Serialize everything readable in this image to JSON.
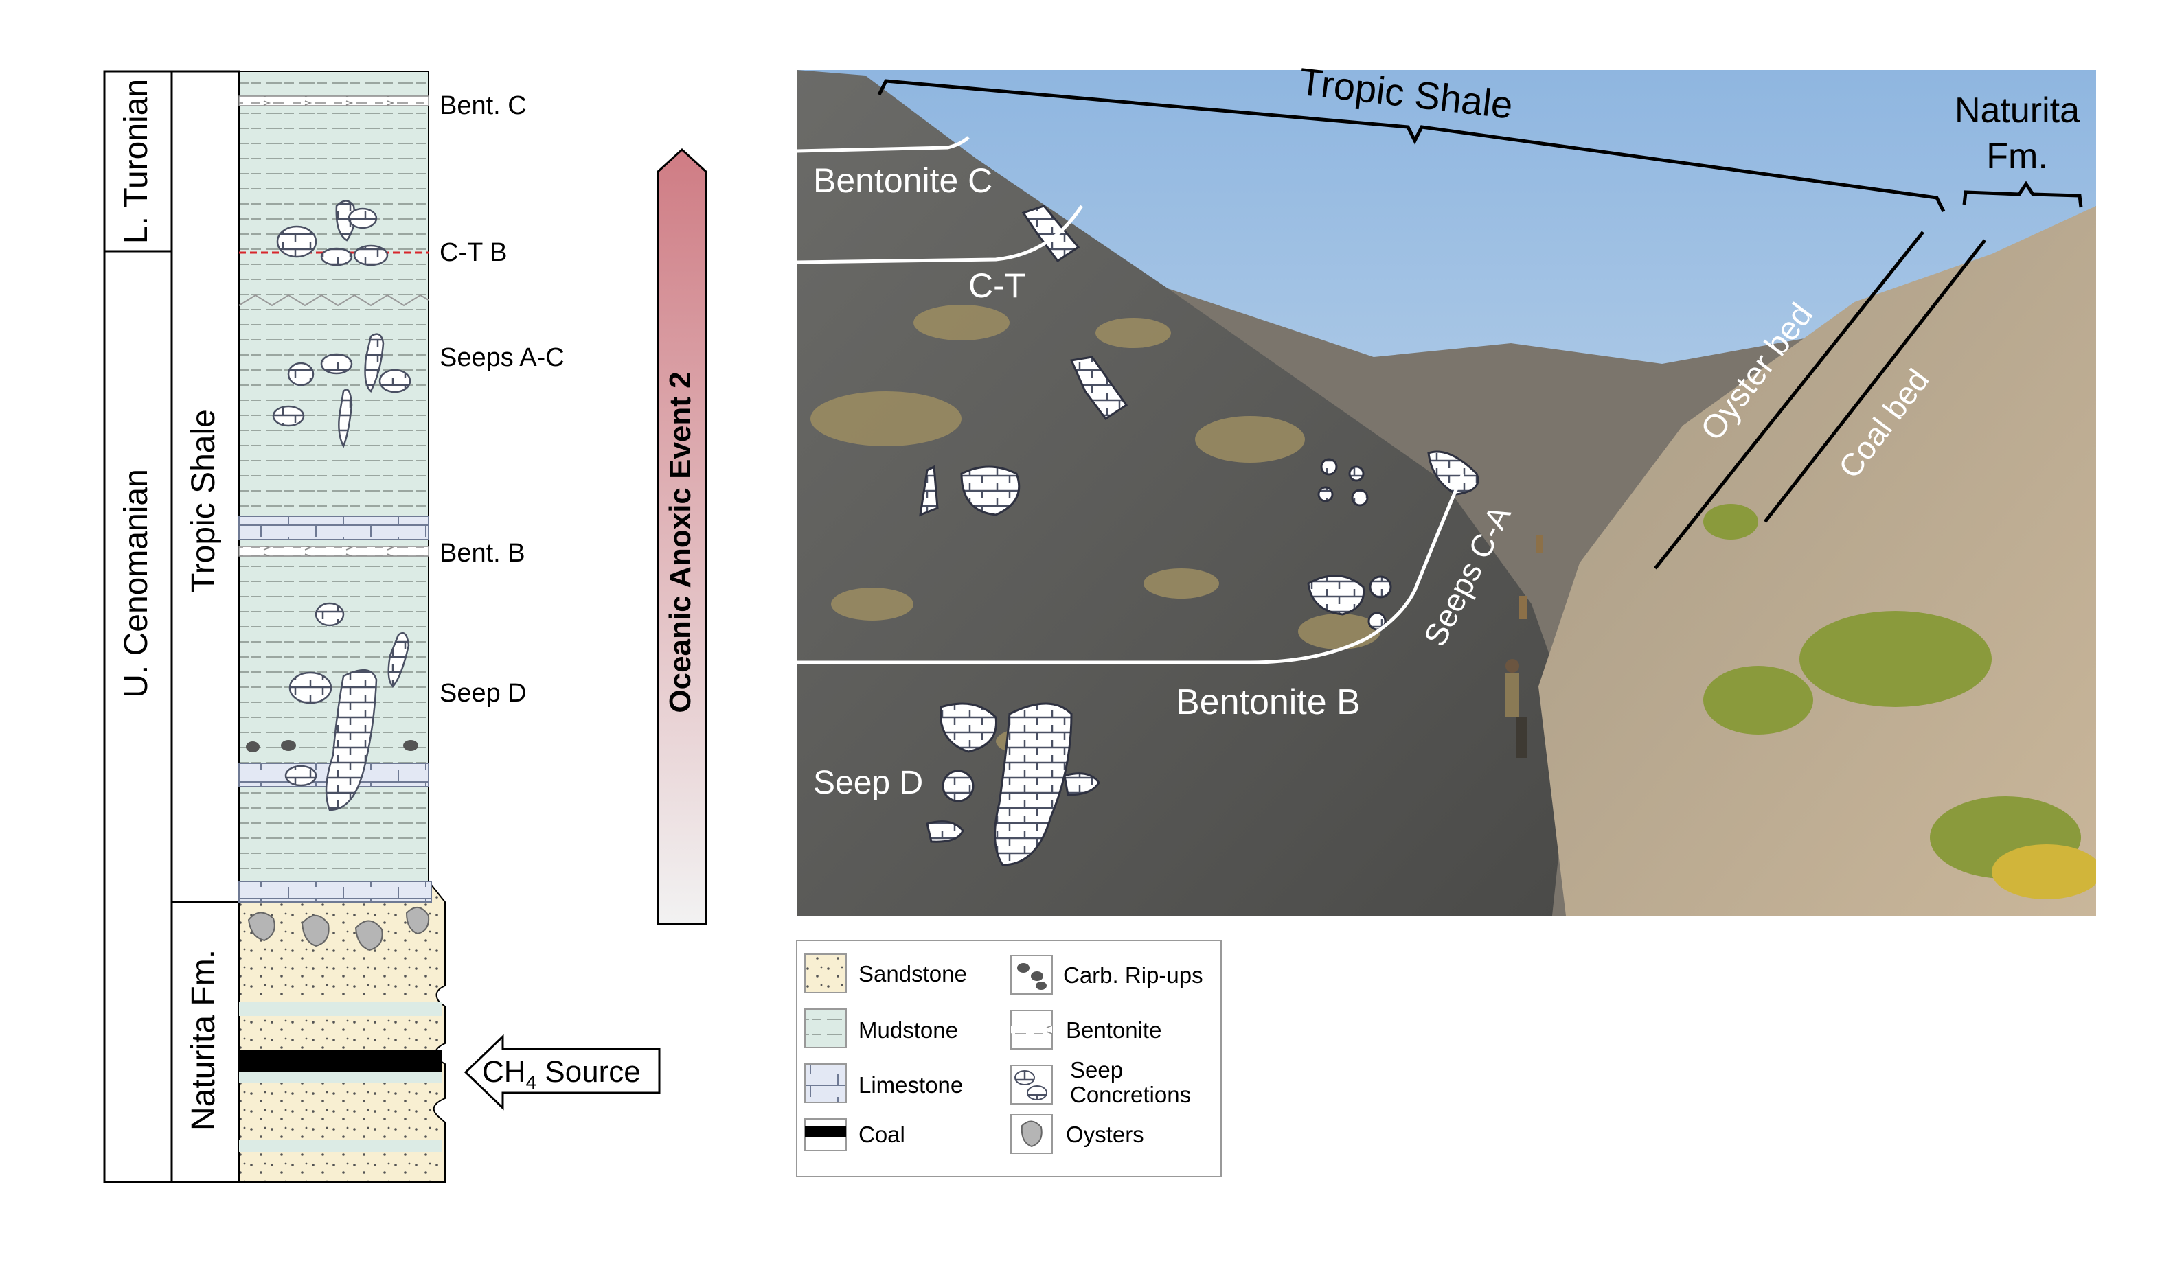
{
  "stages": {
    "upper": "L. Turonian",
    "lower": "U. Cenomanian"
  },
  "formations": {
    "upper": "Tropic Shale",
    "lower": "Naturita Fm."
  },
  "column_labels": {
    "bent_c": "Bent. C",
    "ctb": "C-T B",
    "seeps_ac": "Seeps A-C",
    "bent_b": "Bent. B",
    "seep_d": "Seep D"
  },
  "oae": "Oceanic Anoxic Event 2",
  "ch4": {
    "main": "CH",
    "sub": "4",
    "rest": " Source"
  },
  "photo_labels": {
    "tropic_shale": "Tropic Shale",
    "naturita_1": "Naturita",
    "naturita_2": "Fm.",
    "bentonite_c": "Bentonite C",
    "ct": "C-T",
    "oyster_bed": "Oyster bed",
    "coal_bed": "Coal bed",
    "seeps_ca": "Seeps C-A",
    "bentonite_b": "Bentonite B",
    "seep_d": "Seep D"
  },
  "legend": {
    "sandstone": "Sandstone",
    "mudstone": "Mudstone",
    "limestone": "Limestone",
    "coal": "Coal",
    "rip_ups": "Carb. Rip-ups",
    "bentonite": "Bentonite",
    "seep_1": "Seep",
    "seep_2": "Concretions",
    "oysters": "Oysters"
  },
  "colors": {
    "mudstone": "#dcebe5",
    "sandstone": "#f8efd2",
    "limestone": "#e3e8f4",
    "coal": "#000000",
    "oae_top": "#cf7c84",
    "oae_bottom": "#f2f2f2",
    "ctb_line": "#d7262c",
    "photo_sky": "#a9c8e6",
    "photo_shale": "#5b5b5b",
    "photo_sand": "#b8a58a"
  }
}
